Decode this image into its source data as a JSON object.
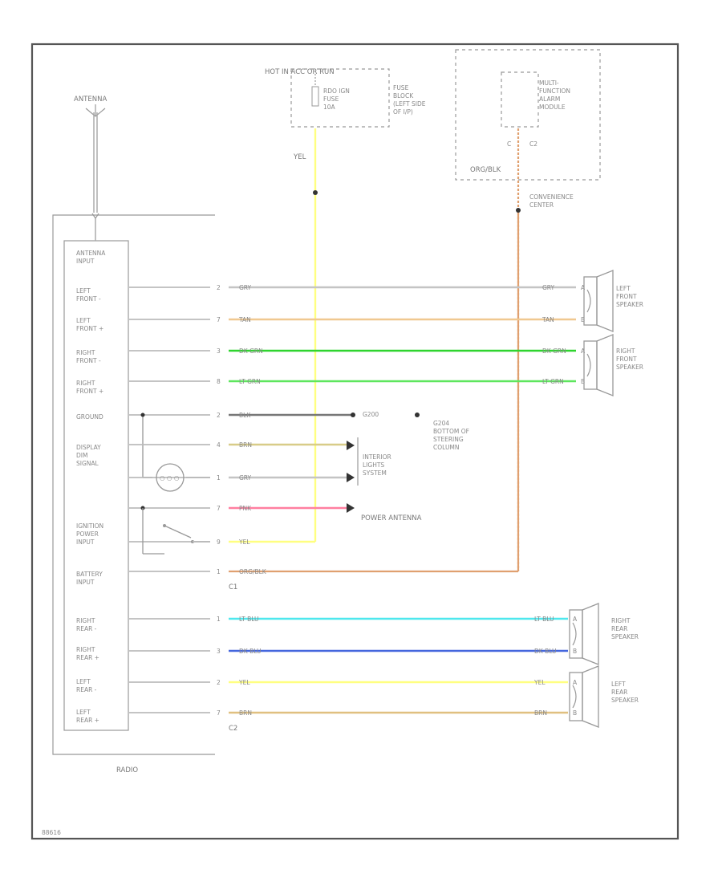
{
  "diagram_id": "88616",
  "antenna_label": "ANTENNA",
  "radio_label": "RADIO",
  "fuse_supply": "HOT IN ACC OR RUN",
  "fuse_lines": [
    "RDO IGN",
    "FUSE",
    "10A"
  ],
  "fuse_block_lines": [
    "FUSE",
    "BLOCK",
    "(LEFT SIDE",
    "OF I/P)"
  ],
  "mfam_lines": [
    "MULTI-",
    "FUNCTION",
    "ALARM",
    "MODULE"
  ],
  "mfam_conn": "C2",
  "mfam_wire": "ORG/BLK",
  "fuse_wire": "YEL",
  "conv_center_lines": [
    "CONVENIENCE",
    "CENTER"
  ],
  "connector_c1": "C1",
  "connector_c2": "C2",
  "radio_pins": [
    "ANTENNA INPUT",
    "LEFT FRONT -",
    "LEFT FRONT +",
    "RIGHT FRONT -",
    "RIGHT FRONT +",
    "GROUND",
    "DISPLAY DIM SIGNAL",
    "IGNITION POWER INPUT",
    "BATTERY INPUT",
    "RIGHT REAR -",
    "RIGHT REAR +",
    "LEFT REAR -",
    "LEFT REAR +"
  ],
  "radio_pin_lines": [
    [
      "ANTENNA",
      "INPUT"
    ],
    [
      "LEFT",
      "FRONT -"
    ],
    [
      "LEFT",
      "FRONT +"
    ],
    [
      "RIGHT",
      "FRONT -"
    ],
    [
      "RIGHT",
      "FRONT +"
    ],
    [
      "GROUND"
    ],
    [
      "DISPLAY",
      "DIM",
      "SIGNAL"
    ],
    [
      "IGNITION",
      "POWER",
      "INPUT"
    ],
    [
      "BATTERY",
      "INPUT"
    ],
    [
      "RIGHT",
      "REAR -"
    ],
    [
      "RIGHT",
      "REAR +"
    ],
    [
      "LEFT",
      "REAR -"
    ],
    [
      "LEFT",
      "REAR +"
    ]
  ],
  "wires": [
    {
      "pin": "2",
      "color_name": "GRY",
      "color": "#c4c4c4",
      "far_label": "GRY",
      "far_pin": "A"
    },
    {
      "pin": "7",
      "color_name": "TAN",
      "color": "#f0c890",
      "far_label": "TAN",
      "far_pin": "B"
    },
    {
      "pin": "3",
      "color_name": "DK GRN",
      "color": "#2fd42f",
      "far_label": "DK GRN",
      "far_pin": "A"
    },
    {
      "pin": "8",
      "color_name": "LT GRN",
      "color": "#5ee65e",
      "far_label": "LT GRN",
      "far_pin": "B"
    },
    {
      "pin": "2",
      "color_name": "BLK",
      "color": "#777777",
      "far_label": "",
      "far_pin": ""
    },
    {
      "pin": "4",
      "color_name": "BRN",
      "color": "#d8cc88",
      "far_label": "",
      "far_pin": ""
    },
    {
      "pin": "1",
      "color_name": "GRY",
      "color": "#c4c4c4",
      "far_label": "",
      "far_pin": ""
    },
    {
      "pin": "7",
      "color_name": "PNK",
      "color": "#ff7fa0",
      "far_label": "",
      "far_pin": ""
    },
    {
      "pin": "9",
      "color_name": "YEL",
      "color": "#ffff80",
      "far_label": "",
      "far_pin": ""
    },
    {
      "pin": "1",
      "color_name": "ORG/BLK",
      "color": "#e0a070",
      "far_label": "",
      "far_pin": ""
    },
    {
      "pin": "1",
      "color_name": "LT BLU",
      "color": "#4ee8ee",
      "far_label": "LT BLU",
      "far_pin": "A"
    },
    {
      "pin": "3",
      "color_name": "DK BLU",
      "color": "#4466dd",
      "far_label": "DK BLU",
      "far_pin": "B"
    },
    {
      "pin": "2",
      "color_name": "YEL",
      "color": "#ffff80",
      "far_label": "YEL",
      "far_pin": "A"
    },
    {
      "pin": "7",
      "color_name": "BRN",
      "color": "#e0c080",
      "far_label": "BRN",
      "far_pin": "B"
    }
  ],
  "ground_ref": "G200",
  "ground_lines": [
    "G204",
    "BOTTOM OF",
    "STEERING",
    "COLUMN"
  ],
  "interior_lights_lines": [
    "INTERIOR",
    "LIGHTS",
    "SYSTEM"
  ],
  "power_antenna": "POWER ANTENNA",
  "speakers": [
    {
      "lines": [
        "LEFT",
        "FRONT",
        "SPEAKER"
      ]
    },
    {
      "lines": [
        "RIGHT",
        "FRONT",
        "SPEAKER"
      ]
    },
    {
      "lines": [
        "RIGHT",
        "REAR",
        "SPEAKER"
      ]
    },
    {
      "lines": [
        "LEFT",
        "REAR",
        "SPEAKER"
      ]
    }
  ]
}
